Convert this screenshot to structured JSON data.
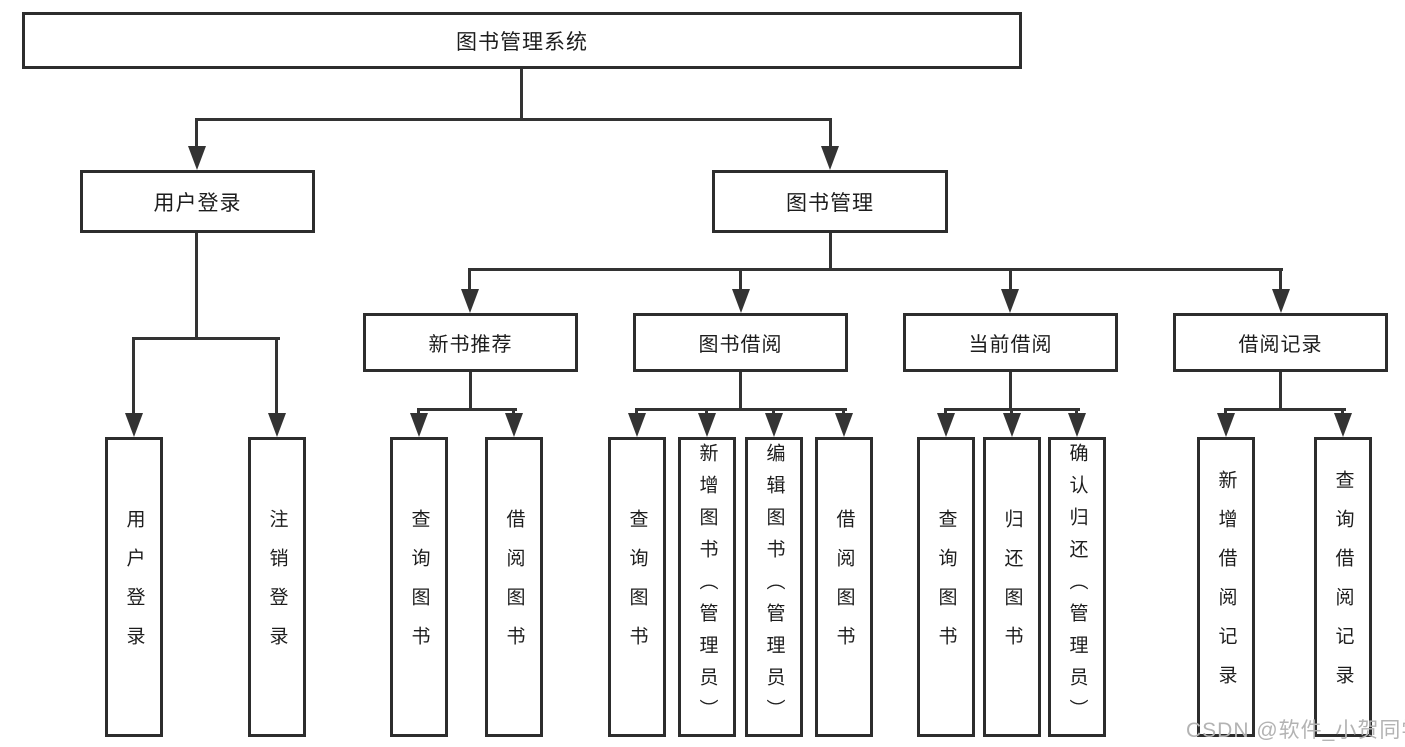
{
  "diagram": {
    "root": {
      "label": "图书管理系统"
    },
    "branches": [
      {
        "label": "用户登录",
        "children": [
          {
            "label": "用户登录"
          },
          {
            "label": "注销登录"
          }
        ]
      },
      {
        "label": "图书管理",
        "children": [
          {
            "label": "新书推荐",
            "children": [
              {
                "label": "查询图书"
              },
              {
                "label": "借阅图书"
              }
            ]
          },
          {
            "label": "图书借阅",
            "children": [
              {
                "label": "查询图书"
              },
              {
                "label": "新增图书（管理员）"
              },
              {
                "label": "编辑图书（管理员）"
              },
              {
                "label": "借阅图书"
              }
            ]
          },
          {
            "label": "当前借阅",
            "children": [
              {
                "label": "查询图书"
              },
              {
                "label": "归还图书"
              },
              {
                "label": "确认归还（管理员）"
              }
            ]
          },
          {
            "label": "借阅记录",
            "children": [
              {
                "label": "新增借阅记录"
              },
              {
                "label": "查询借阅记录"
              }
            ]
          }
        ]
      }
    ]
  },
  "watermark": {
    "text": "CSDN @软件_小贺同学"
  },
  "colors": {
    "line": "#333333",
    "box_border": "#2d2d2d",
    "text": "#1d1d1d",
    "watermark": "#b3b3b3",
    "background": "#ffffff"
  }
}
